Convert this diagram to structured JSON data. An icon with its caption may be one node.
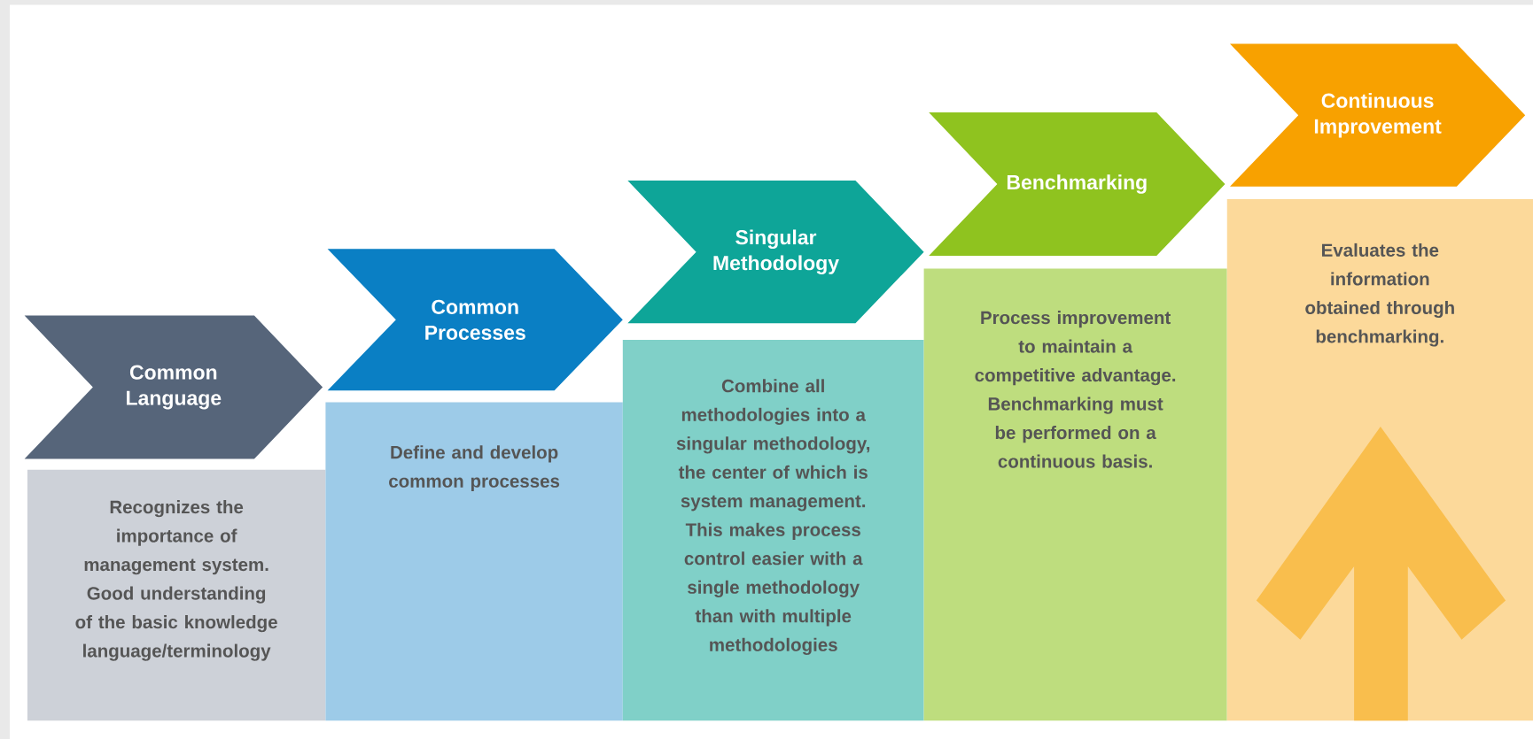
{
  "diagram": {
    "nodes": [
      {
        "text": [
          "Common Language"
        ]
      },
      {
        "text": [
          "Recognizes the importance of management system. Good understanding of the basic knowledge language/terminology"
        ]
      },
      {
        "text": [
          "Common Processes"
        ]
      },
      {
        "text": [
          "Define and develop common processes"
        ]
      },
      {
        "text": [
          "Singular Methodology"
        ]
      },
      {
        "text": [
          "Combine all methodologies into a singular methodology, the center of which is system management. This makes process control easier with a single methodology than with multiple methodologies"
        ]
      },
      {
        "text": [
          "Benchmarking"
        ]
      },
      {
        "text": [
          "Process improvement to maintain a competitive advantage. Benchmarking must be performed on a continuous basis."
        ]
      },
      {
        "text": [
          "Continuous Improvement"
        ]
      },
      {
        "text": [
          "Evaluates the information obtained through benchmarking."
        ]
      }
    ]
  }
}
